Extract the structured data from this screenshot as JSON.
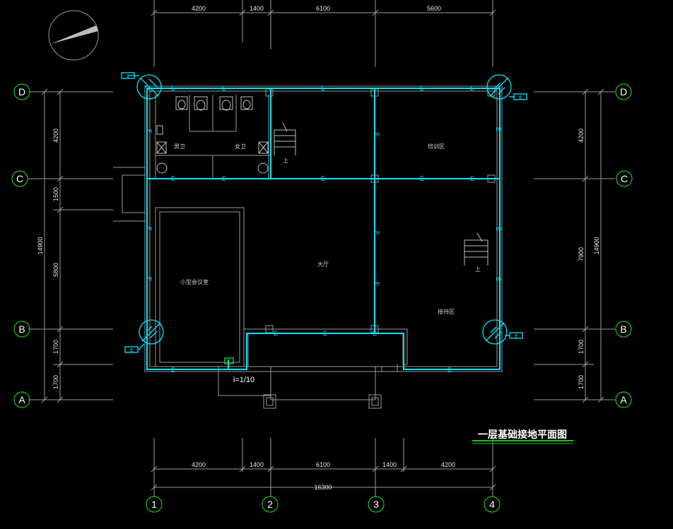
{
  "drawing": {
    "title": "一层基础接地平面图",
    "slope_note": "i=1/10",
    "conductor_marker": "E",
    "rod_marker": "±",
    "stair_up_label": "上"
  },
  "dimensions": {
    "top": [
      "4200",
      "1400",
      "6100",
      "5600"
    ],
    "bottom": [
      "4200",
      "1400",
      "6100",
      "1400",
      "4200"
    ],
    "bottom_total": "16300",
    "left": [
      "4200",
      "1500",
      "5800",
      "1700",
      "1700"
    ],
    "left_total": "14900",
    "right": [
      "4200",
      "7900",
      "1700",
      "1700"
    ],
    "right_total": "14900"
  },
  "axes": {
    "rows": [
      "D",
      "C",
      "B",
      "A"
    ],
    "cols": [
      "1",
      "2",
      "3",
      "4"
    ]
  },
  "rooms": {
    "mens_wc": "男卫",
    "womens_wc": "女卫",
    "training": "培训区",
    "hall": "大厅",
    "meeting": "小型会议室",
    "reception": "接待区"
  },
  "colors": {
    "background": "#000000",
    "grounding": "#00e5ff",
    "axis_bubble": "#18c418",
    "walls": "#9a9a9a",
    "title_underline": "#18c418"
  }
}
